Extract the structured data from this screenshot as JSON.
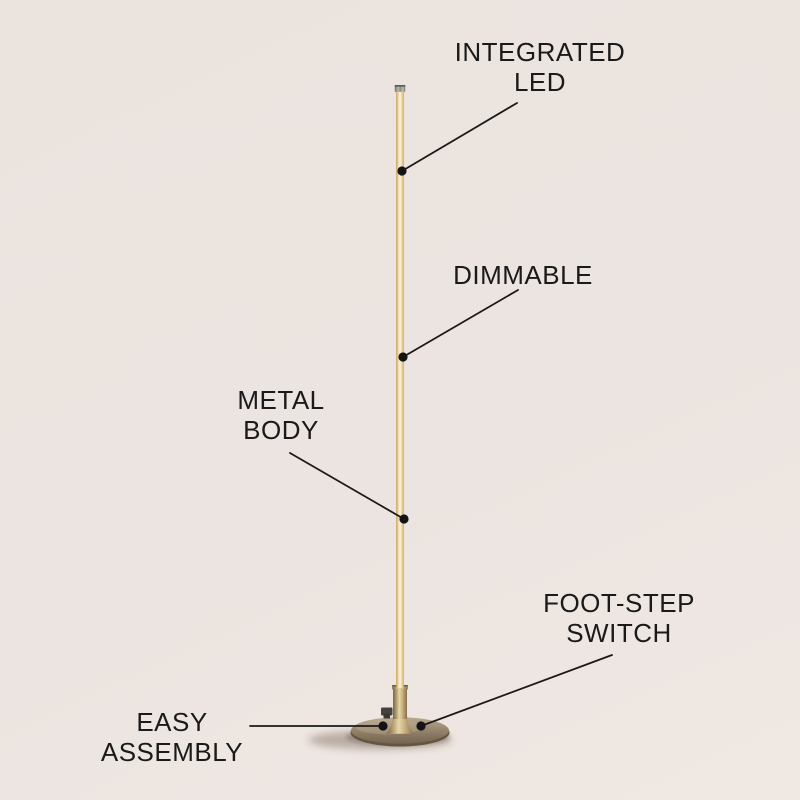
{
  "scene": {
    "background_color": "#ece4e0",
    "ink_color": "#1a1a1a",
    "description_colors": {
      "lamp_rod_center": "#f7eed2",
      "lamp_rod_edge": "#c2954e",
      "lamp_base_top": "#bcab92",
      "lamp_base_bottom": "#74644f",
      "lamp_cap": "#9b9892",
      "foot_switch": "#45423d"
    }
  },
  "annotations": [
    {
      "id": "integrated-led",
      "label": "INTEGRATED\nLED"
    },
    {
      "id": "dimmable",
      "label": "DIMMABLE"
    },
    {
      "id": "metal-body",
      "label": "METAL\nBODY"
    },
    {
      "id": "foot-step-switch",
      "label": "FOOT-STEP\nSWITCH"
    },
    {
      "id": "easy-assembly",
      "label": "EASY\nASSEMBLY"
    }
  ]
}
